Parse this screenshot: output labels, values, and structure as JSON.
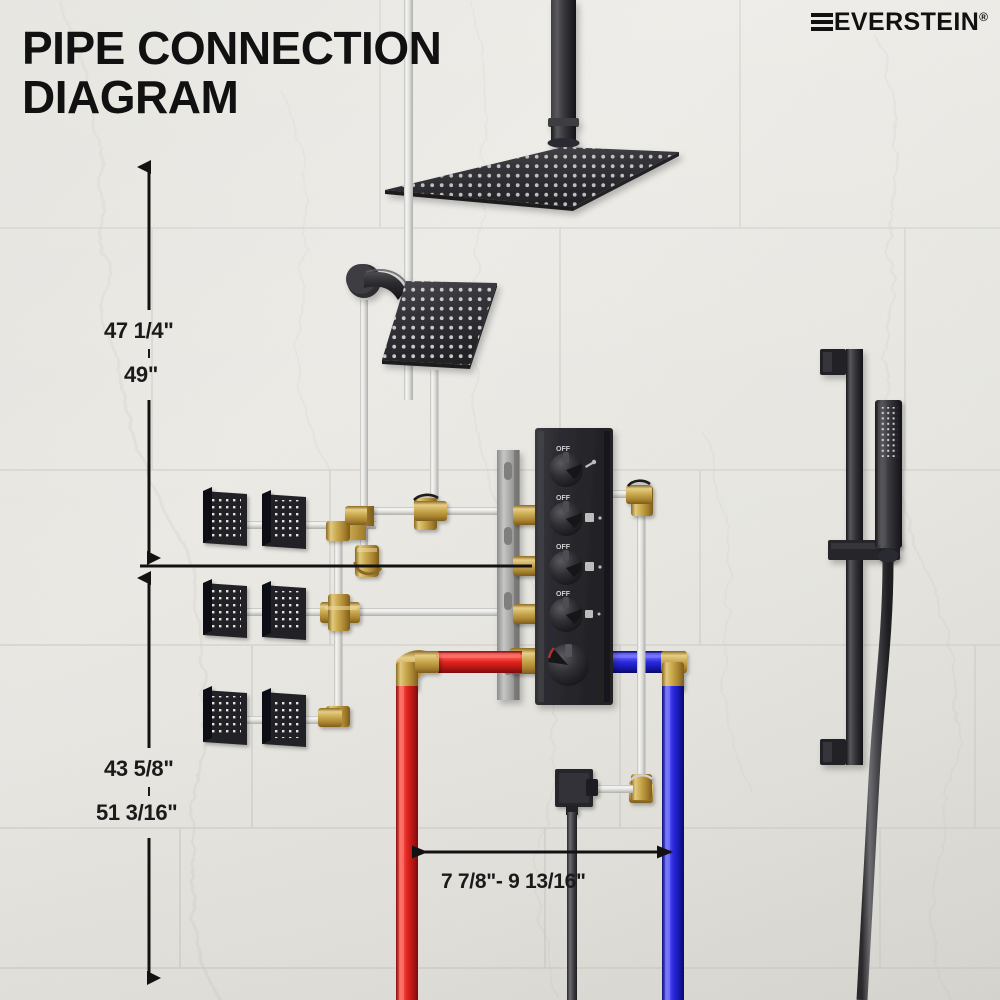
{
  "page": {
    "title_line1": "PIPE CONNECTION",
    "title_line2": "DIAGRAM",
    "title_full": "PIPE CONNECTION\nDIAGRAM",
    "background_color": "#e8e7e2"
  },
  "brand": {
    "name": "EVERSTEIN",
    "registered_mark": "®",
    "logo_icon": "everstein-e-bars-icon",
    "color": "#111111"
  },
  "dimensions": {
    "vertical_upper": {
      "name": "shower-head-height",
      "value_top": "47 1/4\"",
      "value_bottom": "49\"",
      "separator": "-"
    },
    "vertical_lower": {
      "name": "valve-to-floor-height",
      "value_top": "43 5/8\"",
      "value_bottom": "51 3/16\"",
      "separator": "-"
    },
    "horizontal": {
      "name": "inlet-spacing",
      "value": "7 7/8\"- 9 13/16\""
    }
  },
  "valve": {
    "name": "thermostatic-valve-panel",
    "knob_labels": [
      "OFF",
      "OFF",
      "OFF",
      "OFF"
    ],
    "knobs": [
      {
        "label": "OFF",
        "function_icon": "hand-shower-icon"
      },
      {
        "label": "OFF",
        "function_icon": "body-jet-icon"
      },
      {
        "label": "OFF",
        "function_icon": "body-jet-icon"
      },
      {
        "label": "OFF",
        "function_icon": "body-jet-icon"
      }
    ],
    "temperature_knob": {
      "name": "temperature-control-knob",
      "label": ""
    },
    "panel_color": "#2b2b2d"
  },
  "components": [
    {
      "name": "ceiling-rain-shower-head",
      "finish": "matte-black"
    },
    {
      "name": "ceiling-shower-arm",
      "finish": "matte-black"
    },
    {
      "name": "wall-mount-shower-head",
      "finish": "matte-black"
    },
    {
      "name": "wall-shower-arm",
      "finish": "matte-black"
    },
    {
      "name": "body-jet",
      "count": 6,
      "finish": "matte-black"
    },
    {
      "name": "hand-shower",
      "finish": "matte-black"
    },
    {
      "name": "slide-bar",
      "finish": "matte-black"
    },
    {
      "name": "hand-shower-outlet",
      "finish": "matte-black"
    },
    {
      "name": "mounting-bracket",
      "finish": "steel"
    }
  ],
  "pipes": {
    "hot_color": "#e02b2b",
    "cold_color": "#2b2be0",
    "supply_color": "#e9e9e9",
    "brass_color": "#c8a349",
    "hose_color": "#4a4a4c",
    "hot_label": "hot-water-pipe",
    "cold_label": "cold-water-pipe"
  }
}
